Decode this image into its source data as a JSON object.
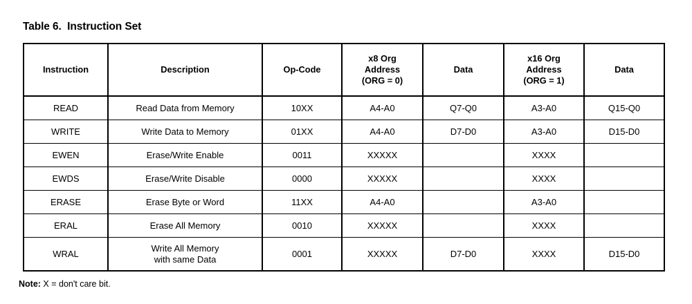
{
  "document": {
    "caption": "Table 6.  Instruction Set",
    "note_label": "Note:",
    "note_text": " X = don't care bit."
  },
  "table": {
    "headers": [
      "Instruction",
      "Description",
      "Op-Code",
      "x8 Org\nAddress\n(ORG = 0)",
      "Data",
      "x16 Org\nAddress\n(ORG = 1)",
      "Data"
    ],
    "rows": [
      {
        "instruction": "READ",
        "description": "Read Data from Memory",
        "opcode": "10XX",
        "x8_address": "A4-A0",
        "x8_data": "Q7-Q0",
        "x16_address": "A3-A0",
        "x16_data": "Q15-Q0"
      },
      {
        "instruction": "WRITE",
        "description": "Write Data to Memory",
        "opcode": "01XX",
        "x8_address": "A4-A0",
        "x8_data": "D7-D0",
        "x16_address": "A3-A0",
        "x16_data": "D15-D0"
      },
      {
        "instruction": "EWEN",
        "description": "Erase/Write Enable",
        "opcode": "0011",
        "x8_address": "XXXXX",
        "x8_data": "",
        "x16_address": "XXXX",
        "x16_data": ""
      },
      {
        "instruction": "EWDS",
        "description": "Erase/Write Disable",
        "opcode": "0000",
        "x8_address": "XXXXX",
        "x8_data": "",
        "x16_address": "XXXX",
        "x16_data": ""
      },
      {
        "instruction": "ERASE",
        "description": "Erase Byte or Word",
        "opcode": "11XX",
        "x8_address": "A4-A0",
        "x8_data": "",
        "x16_address": "A3-A0",
        "x16_data": ""
      },
      {
        "instruction": "ERAL",
        "description": "Erase All Memory",
        "opcode": "0010",
        "x8_address": "XXXXX",
        "x8_data": "",
        "x16_address": "XXXX",
        "x16_data": ""
      },
      {
        "instruction": "WRAL",
        "description": "Write All Memory\nwith same Data",
        "opcode": "0001",
        "x8_address": "XXXXX",
        "x8_data": "D7-D0",
        "x16_address": "XXXX",
        "x16_data": "D15-D0"
      }
    ]
  },
  "colors": {
    "text": "#000000",
    "background": "#ffffff",
    "border": "#000000"
  }
}
